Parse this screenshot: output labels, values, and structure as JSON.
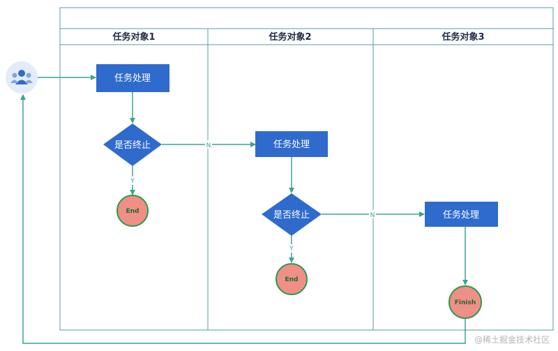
{
  "lanes": [
    "任务对象1",
    "任务对象2",
    "任务对象3"
  ],
  "nodes": {
    "task1": "任务处理",
    "decision1": "是否终止",
    "end1": "End",
    "task2": "任务处理",
    "decision2": "是否终止",
    "end2": "End",
    "task3": "任务处理",
    "finish": "Finish"
  },
  "edge_labels": {
    "d1_no": "N",
    "d1_yes": "Y",
    "d2_no": "N",
    "d2_yes": "Y"
  },
  "colors": {
    "process": "#2f6bcc",
    "terminal_fill": "#ef8f86",
    "terminal_stroke": "#2e9a4f",
    "connector": "#3aa394",
    "lane_border": "#5b9aa6",
    "actor_bg": "#e3ecf7",
    "actor_icon": "#2f6bcc"
  },
  "actor_icon": "users-icon",
  "watermark": "@稀土掘金技术社区"
}
